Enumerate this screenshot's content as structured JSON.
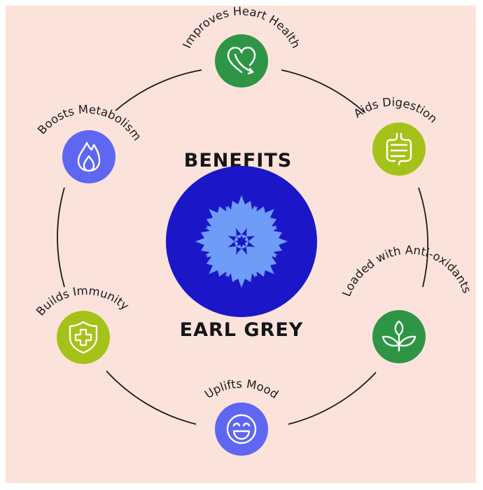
{
  "title_top": "BENEFITS",
  "title_bottom": "EARL GREY",
  "colors": {
    "background": "#fbe3db",
    "center_circle": "#1b17c9",
    "flower": "#6e9cf6",
    "dark_green": "#2f9546",
    "lime": "#a5c21a",
    "periwinkle": "#5f66f2",
    "line": "#1a1a1a"
  },
  "benefits": [
    {
      "label": "Improves Heart Health",
      "icon": "heart-icon",
      "color": "dark_green"
    },
    {
      "label": "Aids Digestion",
      "icon": "intestine-icon",
      "color": "lime"
    },
    {
      "label": "Loaded with Anti-oxidants",
      "icon": "leaves-icon",
      "color": "dark_green"
    },
    {
      "label": "Uplifts Mood",
      "icon": "smiley-icon",
      "color": "periwinkle"
    },
    {
      "label": "Builds Immunity",
      "icon": "shield-cross-icon",
      "color": "lime"
    },
    {
      "label": "Boosts Metabolism",
      "icon": "flame-icon",
      "color": "periwinkle"
    }
  ]
}
